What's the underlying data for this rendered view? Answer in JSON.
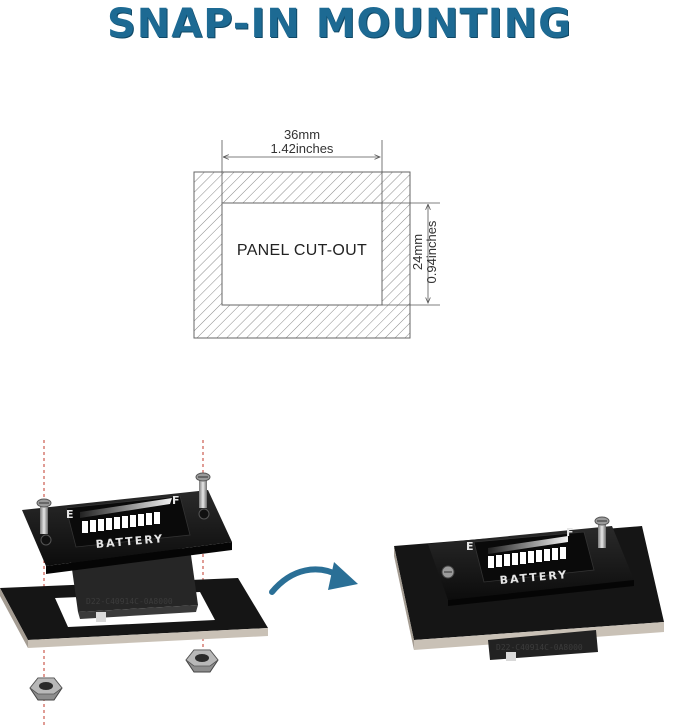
{
  "title": "SNAP-IN MOUNTING",
  "cutout": {
    "label": "PANEL CUT-OUT",
    "width_mm": "36mm",
    "width_in": "1.42inches",
    "height_mm": "24mm",
    "height_in": "0.94inches"
  },
  "meter": {
    "label": "BATTERY",
    "empty_mark": "E",
    "full_mark": "F",
    "serial": "D22-C40914C-0A8000"
  },
  "colors": {
    "title": "#1d6a93",
    "arrow": "#2a6f96",
    "hatch": "#8a8a8a",
    "meter_body": "#1a1a1a",
    "panel": "#111111",
    "led_on": "#ffffff"
  },
  "icons": {
    "arrow": "curved-arrow-right-icon",
    "screw": "screw-icon",
    "nut": "hex-nut-icon"
  }
}
